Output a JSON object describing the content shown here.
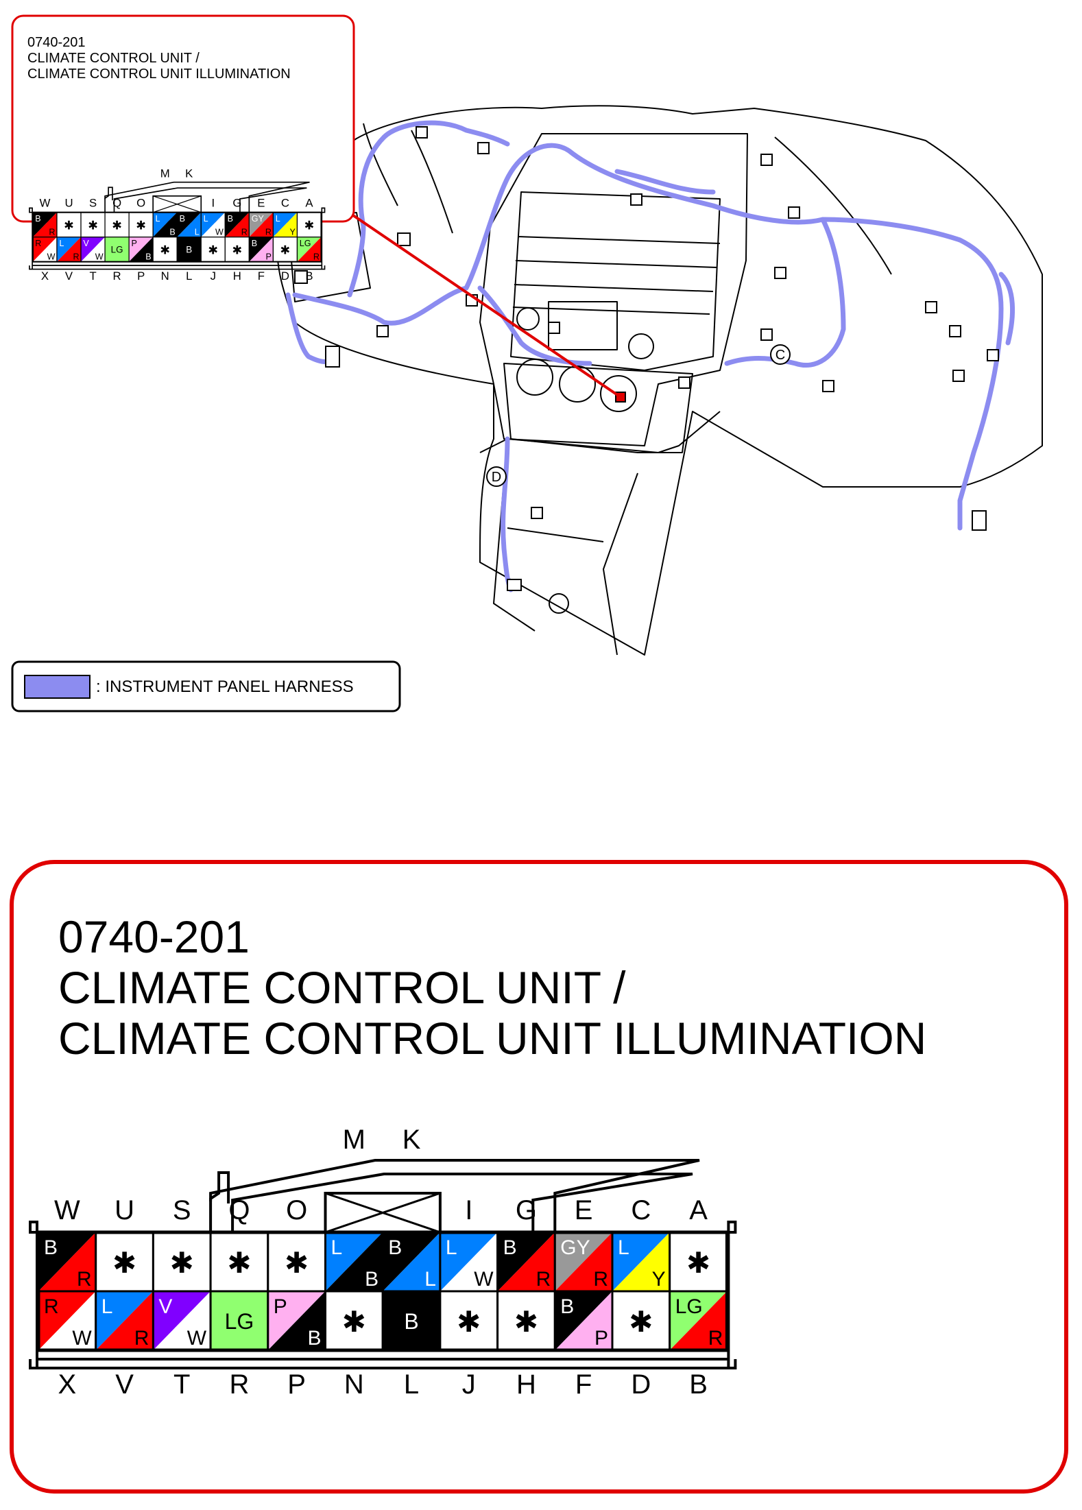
{
  "connector": {
    "code": "0740-201",
    "title_line1": "CLIMATE CONTROL UNIT /",
    "title_line2": "CLIMATE CONTROL UNIT ILLUMINATION"
  },
  "legend": {
    "harness_label": ": INSTRUMENT PANEL HARNESS",
    "harness_color": "#8c8cf0"
  },
  "markers": {
    "c": "C",
    "d": "D"
  },
  "colors": {
    "B": "#000000",
    "R": "#ff0000",
    "W": "#ffffff",
    "L": "#0080ff",
    "V": "#8000ff",
    "LG": "#90ff70",
    "P": "#ffb0f0",
    "GY": "#999999",
    "Y": "#ffff00"
  },
  "top_raised_labels": [
    "M",
    "K"
  ],
  "top_labels": [
    "W",
    "U",
    "S",
    "Q",
    "O",
    "",
    "",
    "I",
    "G",
    "E",
    "C",
    "A"
  ],
  "bottom_labels": [
    "X",
    "V",
    "T",
    "R",
    "P",
    "N",
    "L",
    "J",
    "H",
    "F",
    "D",
    "B"
  ],
  "pins_top": [
    {
      "pin": "W",
      "c1": "B",
      "c2": "R"
    },
    {
      "pin": "U",
      "empty": true
    },
    {
      "pin": "S",
      "empty": true
    },
    {
      "pin": "Q",
      "empty": true
    },
    {
      "pin": "O",
      "empty": true
    },
    {
      "pin": "M",
      "c1": "L",
      "c2": "B"
    },
    {
      "pin": "K",
      "c1": "B",
      "c2": "L"
    },
    {
      "pin": "I",
      "c1": "L",
      "c2": "W"
    },
    {
      "pin": "G",
      "c1": "B",
      "c2": "R"
    },
    {
      "pin": "E",
      "c1": "GY",
      "c2": "R"
    },
    {
      "pin": "C",
      "c1": "L",
      "c2": "Y"
    },
    {
      "pin": "A",
      "empty": true
    }
  ],
  "pins_bottom": [
    {
      "pin": "X",
      "c1": "R",
      "c2": "W"
    },
    {
      "pin": "V",
      "c1": "L",
      "c2": "R"
    },
    {
      "pin": "T",
      "c1": "V",
      "c2": "W"
    },
    {
      "pin": "R",
      "solid": "LG"
    },
    {
      "pin": "P",
      "c1": "P",
      "c2": "B"
    },
    {
      "pin": "N",
      "empty": true
    },
    {
      "pin": "L",
      "solid": "B"
    },
    {
      "pin": "J",
      "empty": true
    },
    {
      "pin": "H",
      "empty": true
    },
    {
      "pin": "F",
      "c1": "B",
      "c2": "P"
    },
    {
      "pin": "D",
      "empty": true
    },
    {
      "pin": "B",
      "c1": "LG",
      "c2": "R"
    }
  ],
  "empty_symbol": "✱"
}
